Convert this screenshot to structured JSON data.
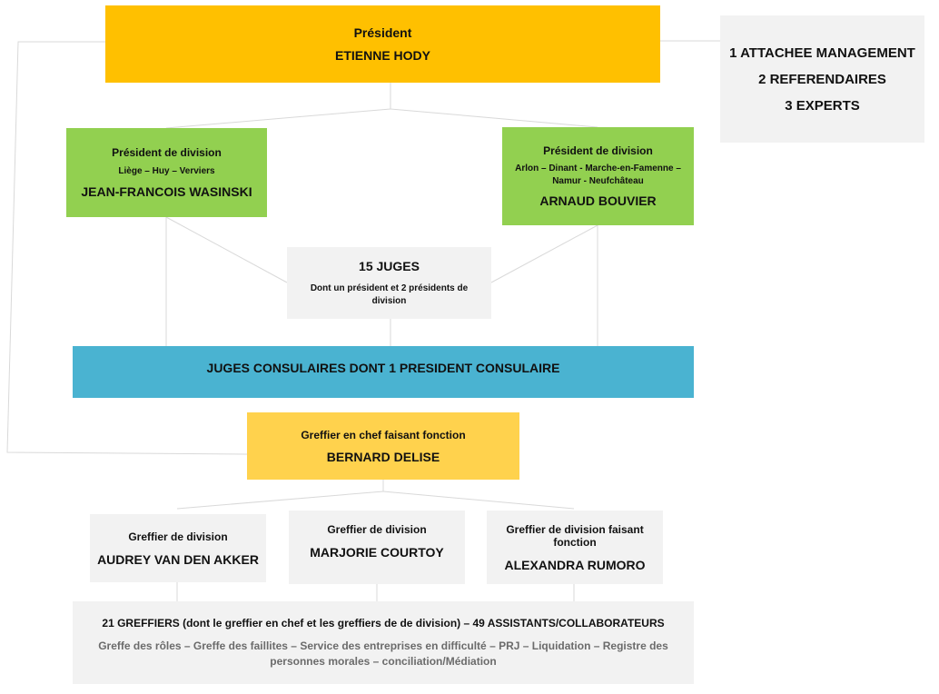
{
  "colors": {
    "orange": "#ffc000",
    "green": "#92d050",
    "blue": "#4ab3d1",
    "yellow": "#ffd24d",
    "gray": "#f2f2f2",
    "line": "#d9d9d9"
  },
  "president": {
    "role": "Président",
    "name": "ETIENNE HODY"
  },
  "staff": {
    "line1": "1 ATTACHEE MANAGEMENT",
    "line2": "2 REFERENDAIRES",
    "line3": "3 EXPERTS"
  },
  "division_left": {
    "role": "Président de division",
    "region": "Liège – Huy – Verviers",
    "name": "JEAN-FRANCOIS WASINSKI"
  },
  "division_right": {
    "role": "Président de division",
    "region": "Arlon – Dinant - Marche-en-Famenne – Namur - Neufchâteau",
    "name": "ARNAUD BOUVIER"
  },
  "judges": {
    "title": "15 JUGES",
    "detail": "Dont un président et 2 présidents de division"
  },
  "consular": {
    "label": "JUGES CONSULAIRES DONT 1 PRESIDENT CONSULAIRE"
  },
  "chief_clerk": {
    "role": "Greffier en chef faisant fonction",
    "name": "BERNARD DELISE"
  },
  "clerks": [
    {
      "role": "Greffier de division",
      "name": "AUDREY VAN DEN AKKER"
    },
    {
      "role": "Greffier de division",
      "name": "MARJORIE COURTOY"
    },
    {
      "role": "Greffier de division faisant fonction",
      "name": "ALEXANDRA RUMORO"
    }
  ],
  "registry": {
    "title": "21 GREFFIERS (dont le greffier en chef et les greffiers de de division) – 49 ASSISTANTS/COLLABORATEURS",
    "services": "Greffe des rôles – Greffe des faillites – Service des entreprises en difficulté – PRJ – Liquidation – Registre des personnes morales – conciliation/Médiation"
  }
}
